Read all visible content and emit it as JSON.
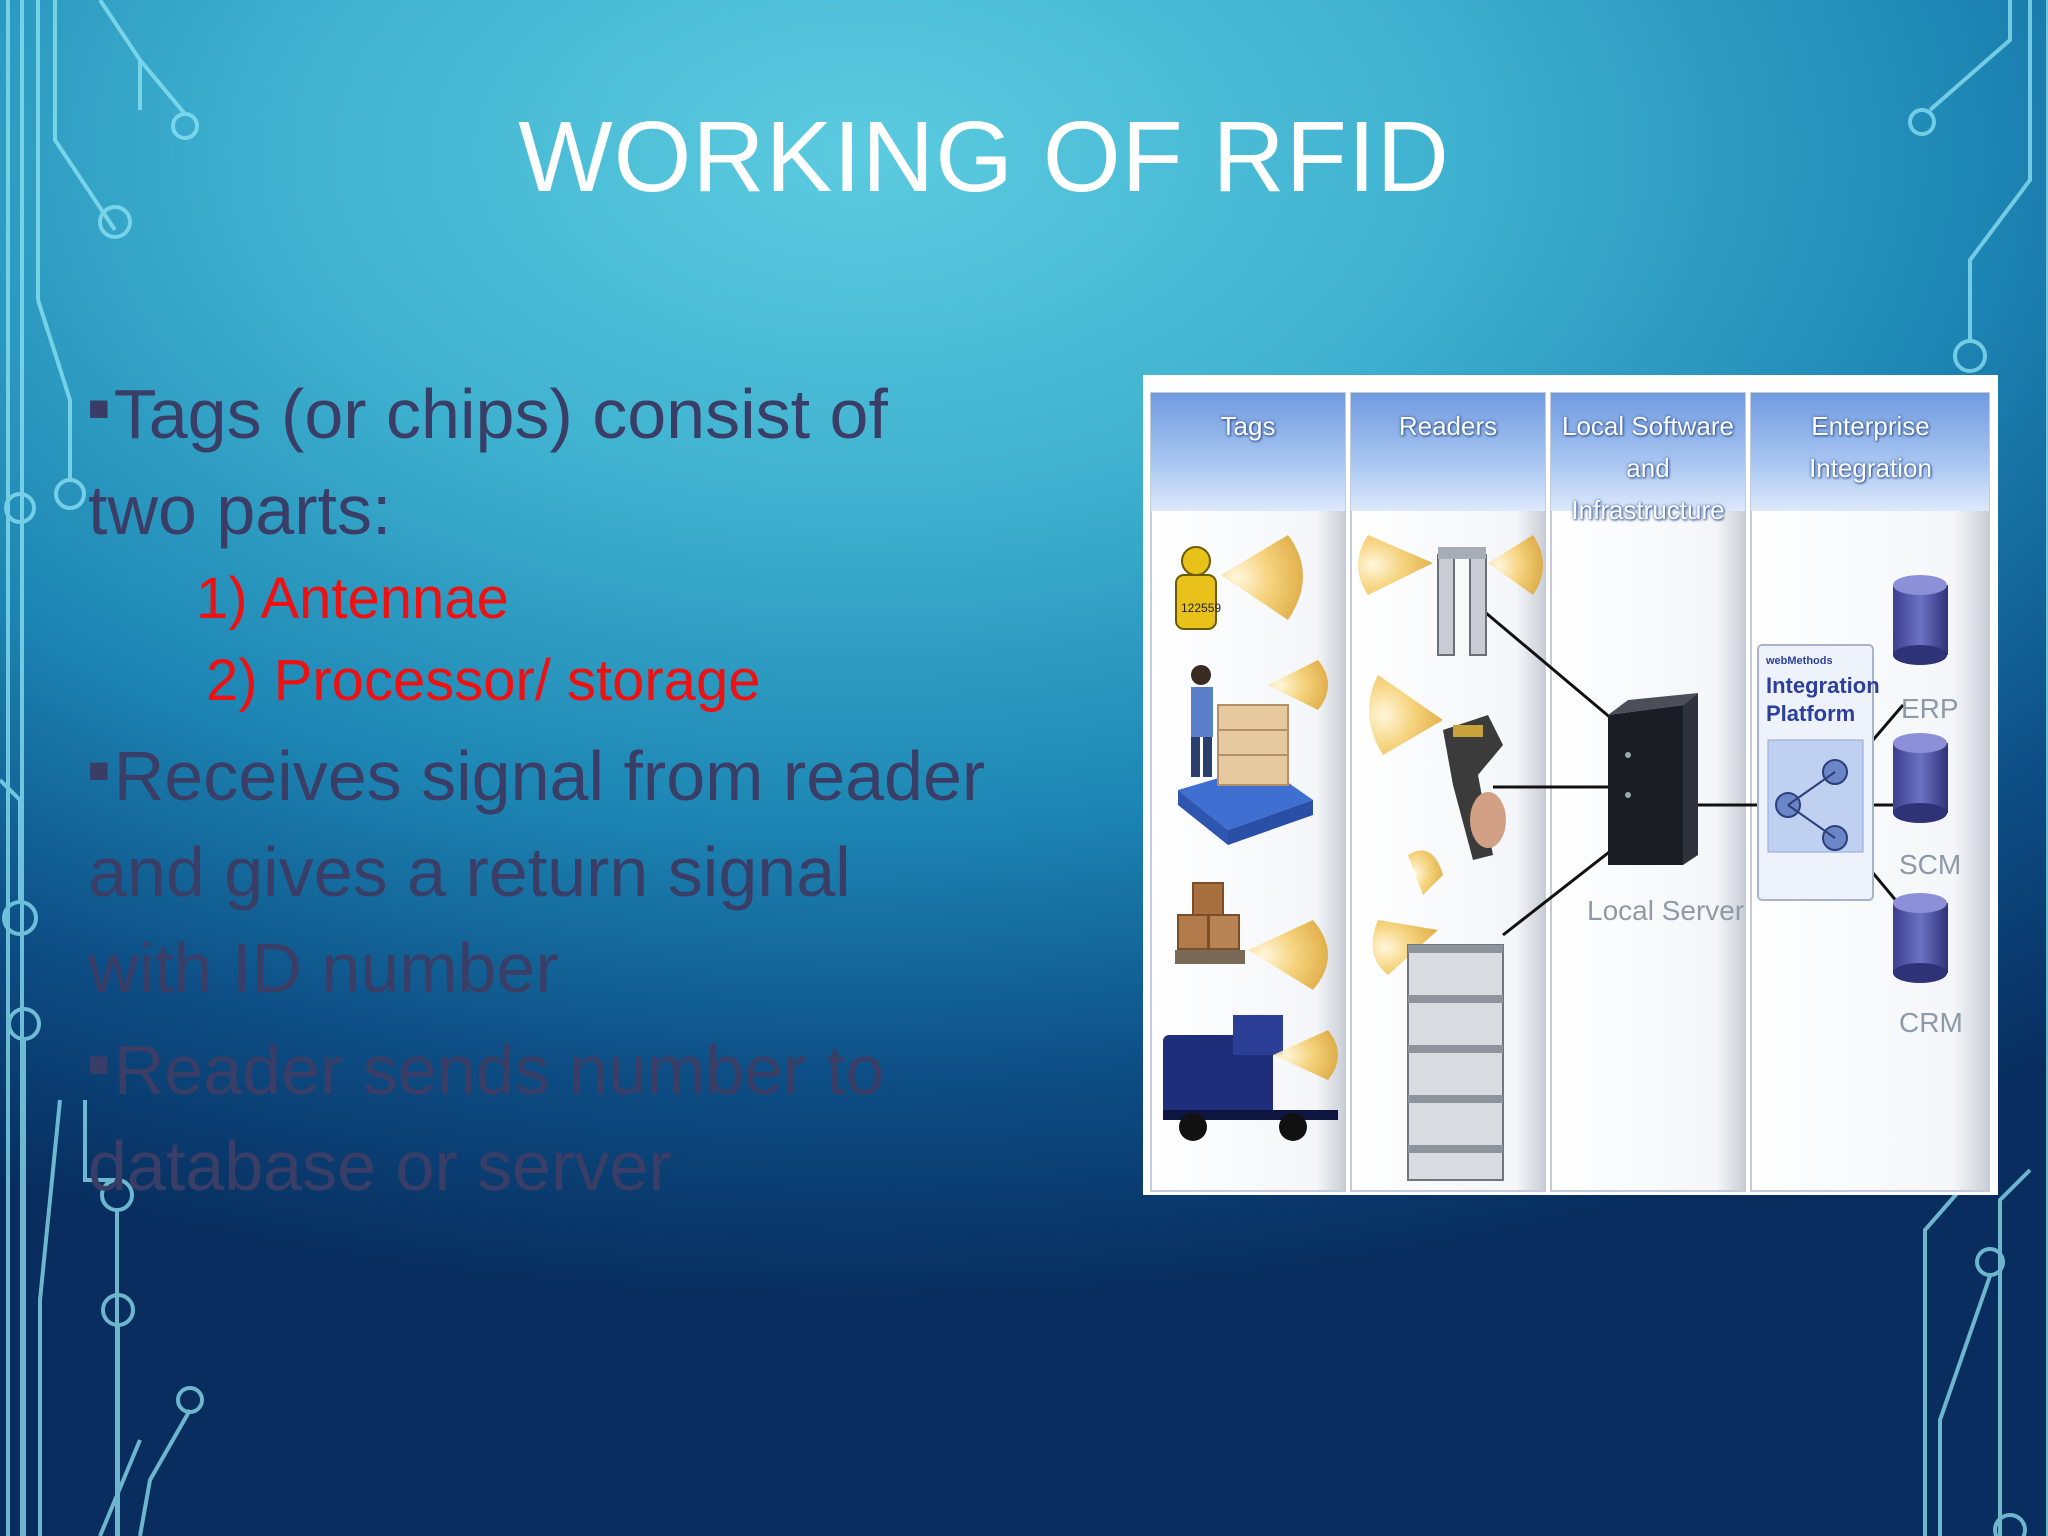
{
  "slide": {
    "title": "WORKING OF RFID",
    "bullets": {
      "b1": "Tags (or chips) consist of two parts:",
      "sub1": "1)  Antennae",
      "sub2": "2) Processor/ storage",
      "b2": "Receives signal from reader and gives a return signal with ID number",
      "b3": "Reader sends number to database or server"
    },
    "colors": {
      "title": "#ffffff",
      "body": "#3a3e66",
      "highlight": "#ee1111"
    }
  },
  "diagram": {
    "headers": {
      "tags": "Tags",
      "readers": "Readers",
      "local": "Local Software and Infrastructure",
      "enterprise": "Enterprise Integration"
    },
    "tag_number": "122559",
    "local_server": "Local Server",
    "platform_small": "webMethods",
    "platform": "Integration Platform",
    "systems": {
      "erp": "ERP",
      "scm": "SCM",
      "crm": "CRM"
    }
  }
}
